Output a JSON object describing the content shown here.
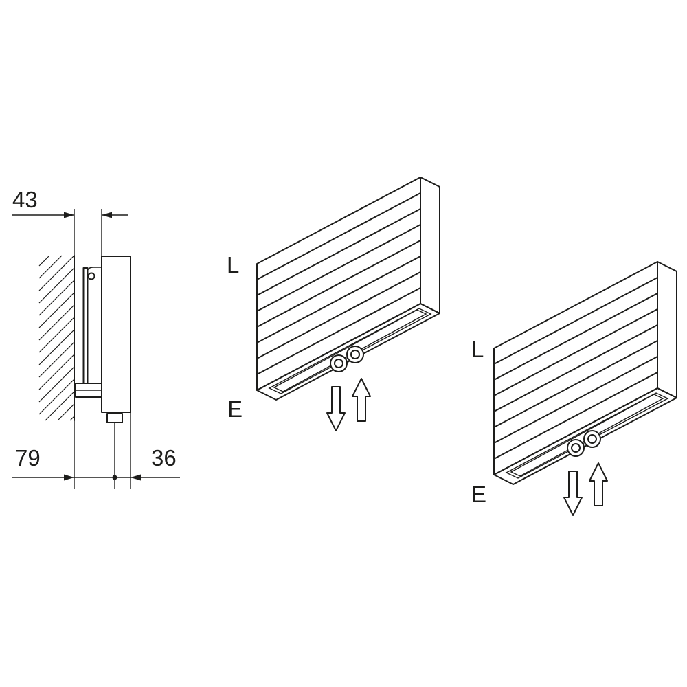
{
  "side_view": {
    "dim_top": "43",
    "dim_bottom_left": "79",
    "dim_bottom_right": "36"
  },
  "iso_views": [
    {
      "label_top": "L",
      "label_bottom": "E"
    },
    {
      "label_top": "L",
      "label_bottom": "E"
    }
  ],
  "colors": {
    "line": "#1d1d1b",
    "background": "#ffffff"
  }
}
